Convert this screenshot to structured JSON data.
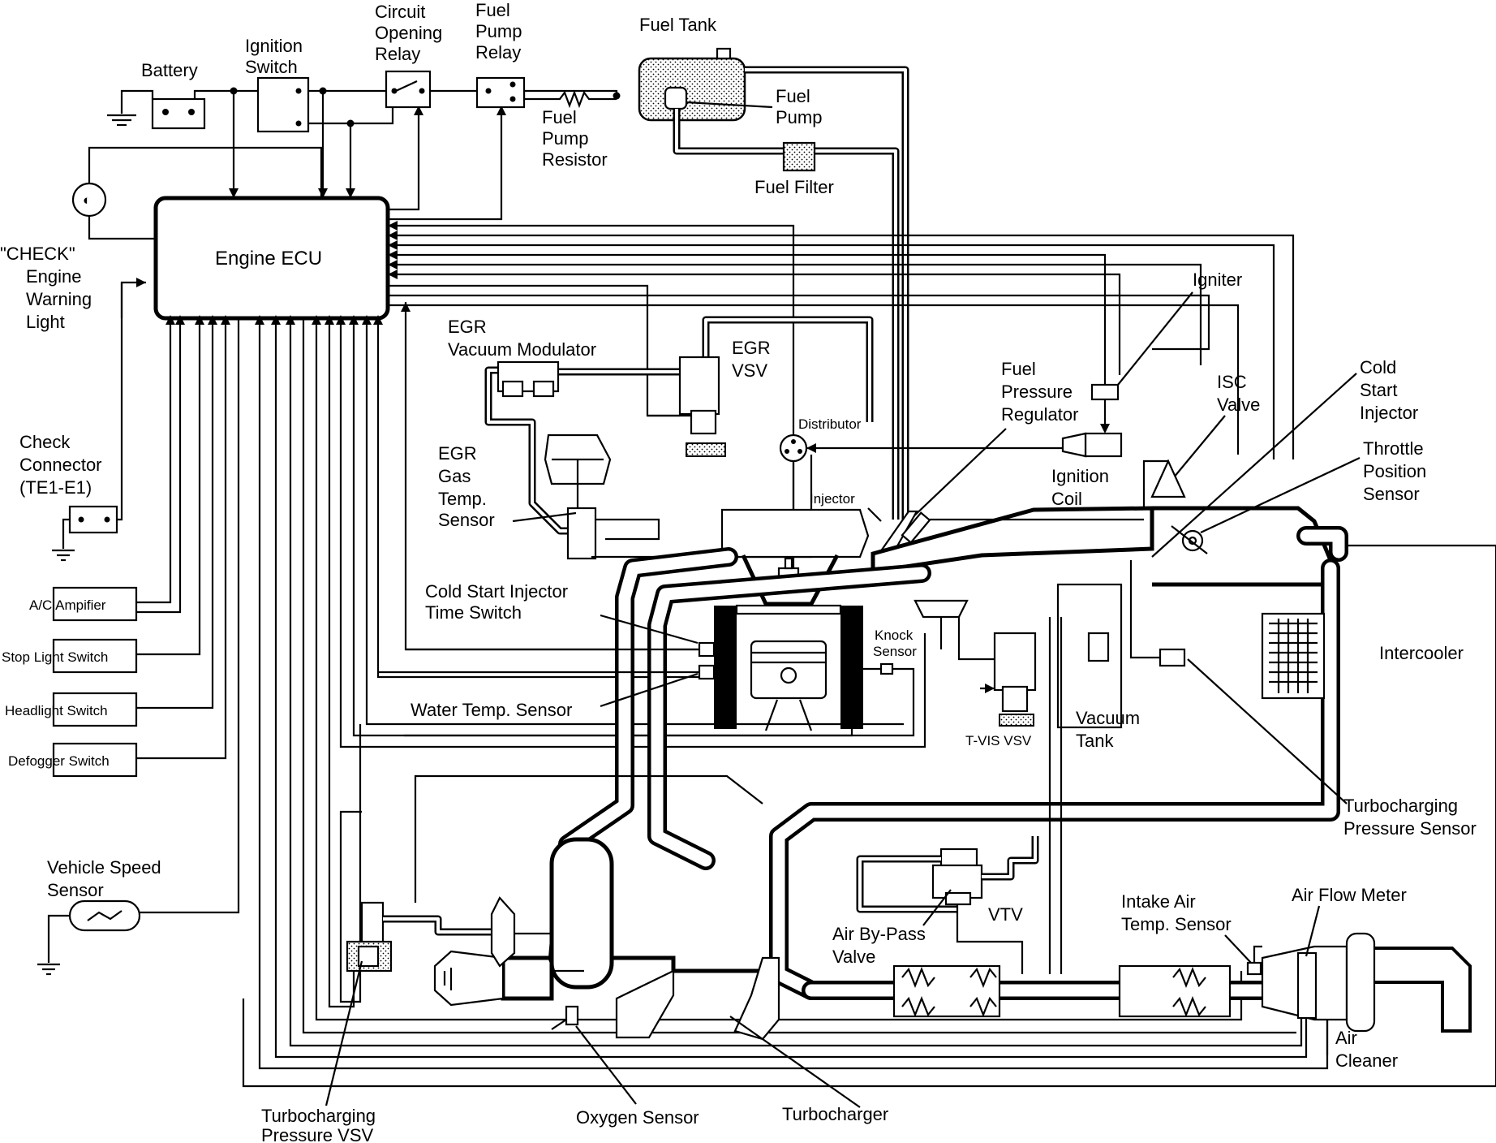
{
  "labels": {
    "battery": "Battery",
    "ignition_switch": [
      "Ignition",
      "Switch"
    ],
    "circuit_opening_relay": [
      "Circuit",
      "Opening",
      "Relay"
    ],
    "fuel_pump_relay": [
      "Fuel",
      "Pump",
      "Relay"
    ],
    "fuel_tank": "Fuel Tank",
    "fuel_pump": [
      "Fuel",
      "Pump"
    ],
    "fuel_pump_resistor": [
      "Fuel",
      "Pump",
      "Resistor"
    ],
    "fuel_filter": "Fuel Filter",
    "engine_ecu": "Engine ECU",
    "check_engine_light": [
      "\"CHECK\"",
      "Engine",
      "Warning",
      "Light"
    ],
    "egr_vacuum_modulator": [
      "EGR",
      "Vacuum Modulator"
    ],
    "egr_vsv": [
      "EGR",
      "VSV"
    ],
    "egr_gas_temp_sensor": [
      "EGR",
      "Gas",
      "Temp.",
      "Sensor"
    ],
    "distributor": "Distributor",
    "fuel_pressure_regulator": [
      "Fuel",
      "Pressure",
      "Regulator"
    ],
    "igniter": "Igniter",
    "isc_valve": [
      "ISC",
      "Valve"
    ],
    "cold_start_injector": [
      "Cold",
      "Start",
      "Injector"
    ],
    "throttle_position_sensor": [
      "Throttle",
      "Position",
      "Sensor"
    ],
    "ignition_coil": [
      "Ignition",
      "Coil"
    ],
    "injector": "Injector",
    "check_connector": [
      "Check",
      "Connector",
      "(TE1-E1)"
    ],
    "cold_start_injector_time_switch": [
      "Cold Start Injector",
      "Time Switch"
    ],
    "knock_sensor": [
      "Knock",
      "Sensor"
    ],
    "ac_amplifier": "A/C Ampifier",
    "stop_light_switch": "Stop Light Switch",
    "headlight_switch": "Headlight Switch",
    "defogger_switch": "Defogger Switch",
    "water_temp_sensor": "Water Temp. Sensor",
    "tvis_vsv": "T-VIS VSV",
    "vacuum_tank": [
      "Vacuum",
      "Tank"
    ],
    "intercooler": "Intercooler",
    "turbocharging_pressure_sensor": [
      "Turbocharging",
      "Pressure Sensor"
    ],
    "vehicle_speed_sensor": [
      "Vehicle Speed",
      "Sensor"
    ],
    "air_bypass_valve": [
      "Air By-Pass",
      "Valve"
    ],
    "vtv": "VTV",
    "intake_air_temp_sensor": [
      "Intake Air",
      "Temp. Sensor"
    ],
    "air_flow_meter": "Air Flow Meter",
    "air_cleaner": [
      "Air",
      "Cleaner"
    ],
    "turbocharging_pressure_vsv": [
      "Turbocharging",
      "Pressure VSV"
    ],
    "oxygen_sensor": "Oxygen Sensor",
    "turbocharger": "Turbocharger"
  }
}
